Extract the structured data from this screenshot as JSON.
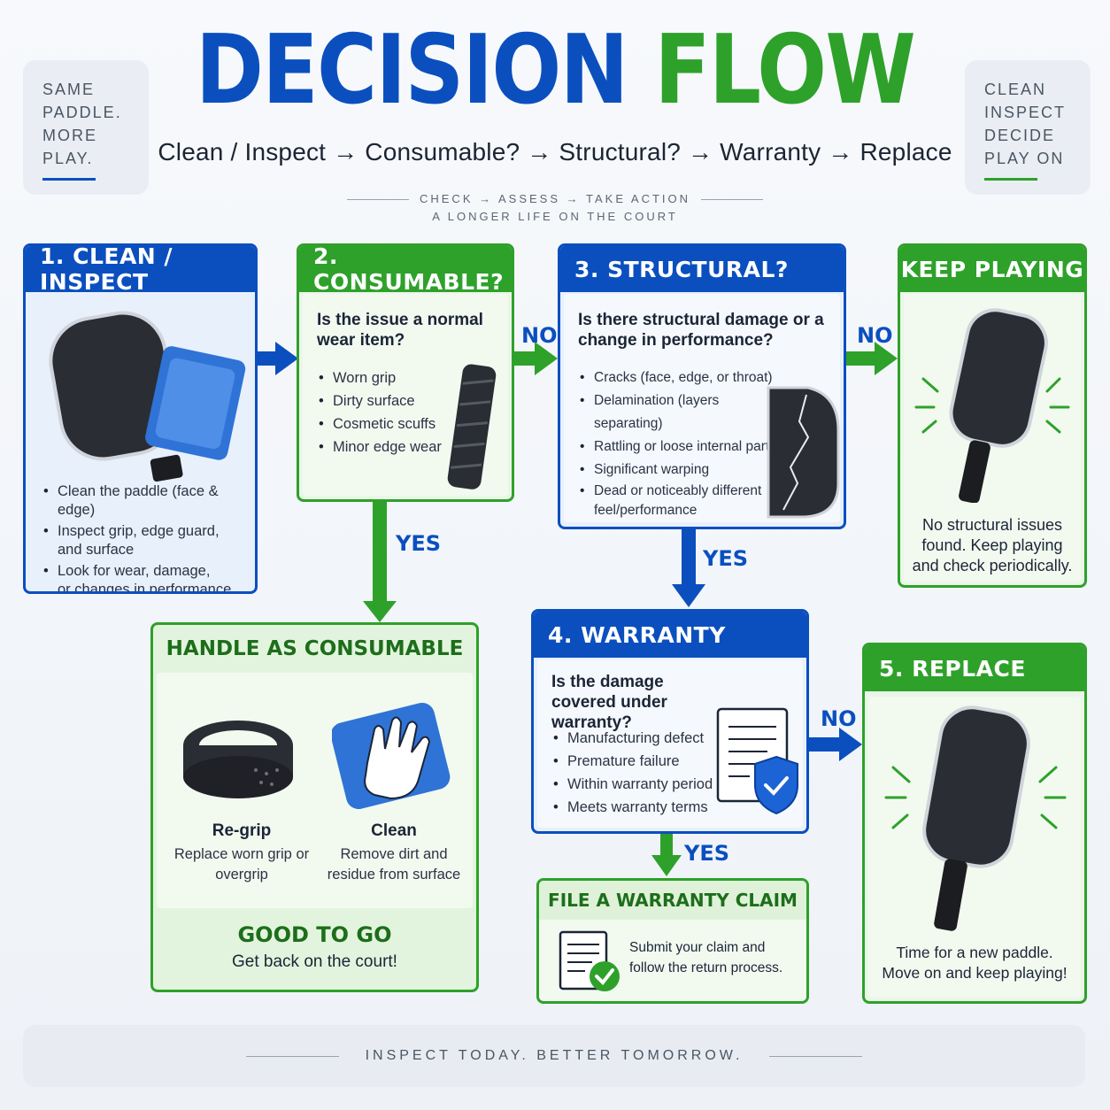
{
  "header": {
    "title_word1": "DECISION",
    "title_word2": "FLOW",
    "subtitle": "Clean / Inspect → Consumable? → Structural? → Warranty → Replace",
    "tagline_line1": "CHECK → ASSESS → TAKE ACTION",
    "tagline_line2": "A LONGER LIFE ON THE COURT"
  },
  "corner_left": {
    "text": "SAME\nPADDLE.\nMORE\nPLAY."
  },
  "corner_right": {
    "text": "CLEAN\nINSPECT\nDECIDE\nPLAY ON"
  },
  "step1": {
    "title": "1. CLEAN / INSPECT",
    "items": [
      "Clean the paddle (face & edge)",
      "Inspect grip, edge guard,\nand surface",
      "Look for wear, damage,\nor changes in performance"
    ]
  },
  "step2": {
    "title": "2. CONSUMABLE?",
    "question": "Is the issue a normal wear item?",
    "items": [
      "Worn grip",
      "Dirty surface",
      "Cosmetic scuffs",
      "Minor edge wear"
    ]
  },
  "step3": {
    "title": "3. STRUCTURAL?",
    "question": "Is there structural damage or a change in performance?",
    "items": [
      "Cracks (face, edge, or throat)",
      "Delamination (layers separating)",
      "Rattling or loose internal parts",
      "Significant warping",
      "Dead or noticeably different\nfeel/performance"
    ]
  },
  "keep": {
    "title": "KEEP PLAYING",
    "text": "No structural issues found. Keep playing and check periodically."
  },
  "consumable": {
    "title": "HANDLE AS CONSUMABLE",
    "regrip_title": "Re-grip",
    "regrip_text": "Replace worn grip or overgrip",
    "clean_title": "Clean",
    "clean_text": "Remove dirt and residue from surface",
    "good_title": "GOOD TO GO",
    "good_text": "Get back on the court!"
  },
  "step4": {
    "title": "4. WARRANTY",
    "question": "Is the damage covered under warranty?",
    "items": [
      "Manufacturing defect",
      "Premature failure",
      "Within warranty period",
      "Meets warranty terms"
    ]
  },
  "claim": {
    "title": "FILE A WARRANTY CLAIM",
    "text": "Submit your claim and follow the return process."
  },
  "step5": {
    "title": "5. REPLACE",
    "text": "Time for a new paddle. Move on and keep playing!"
  },
  "labels": {
    "yes": "YES",
    "no": "NO"
  },
  "footer": {
    "text": "INSPECT TODAY. BETTER TOMORROW."
  },
  "colors": {
    "blue": "#0b4fbf",
    "green": "#2ea12a",
    "paddle": "#2a2d33",
    "towel": "#2f73d6"
  }
}
